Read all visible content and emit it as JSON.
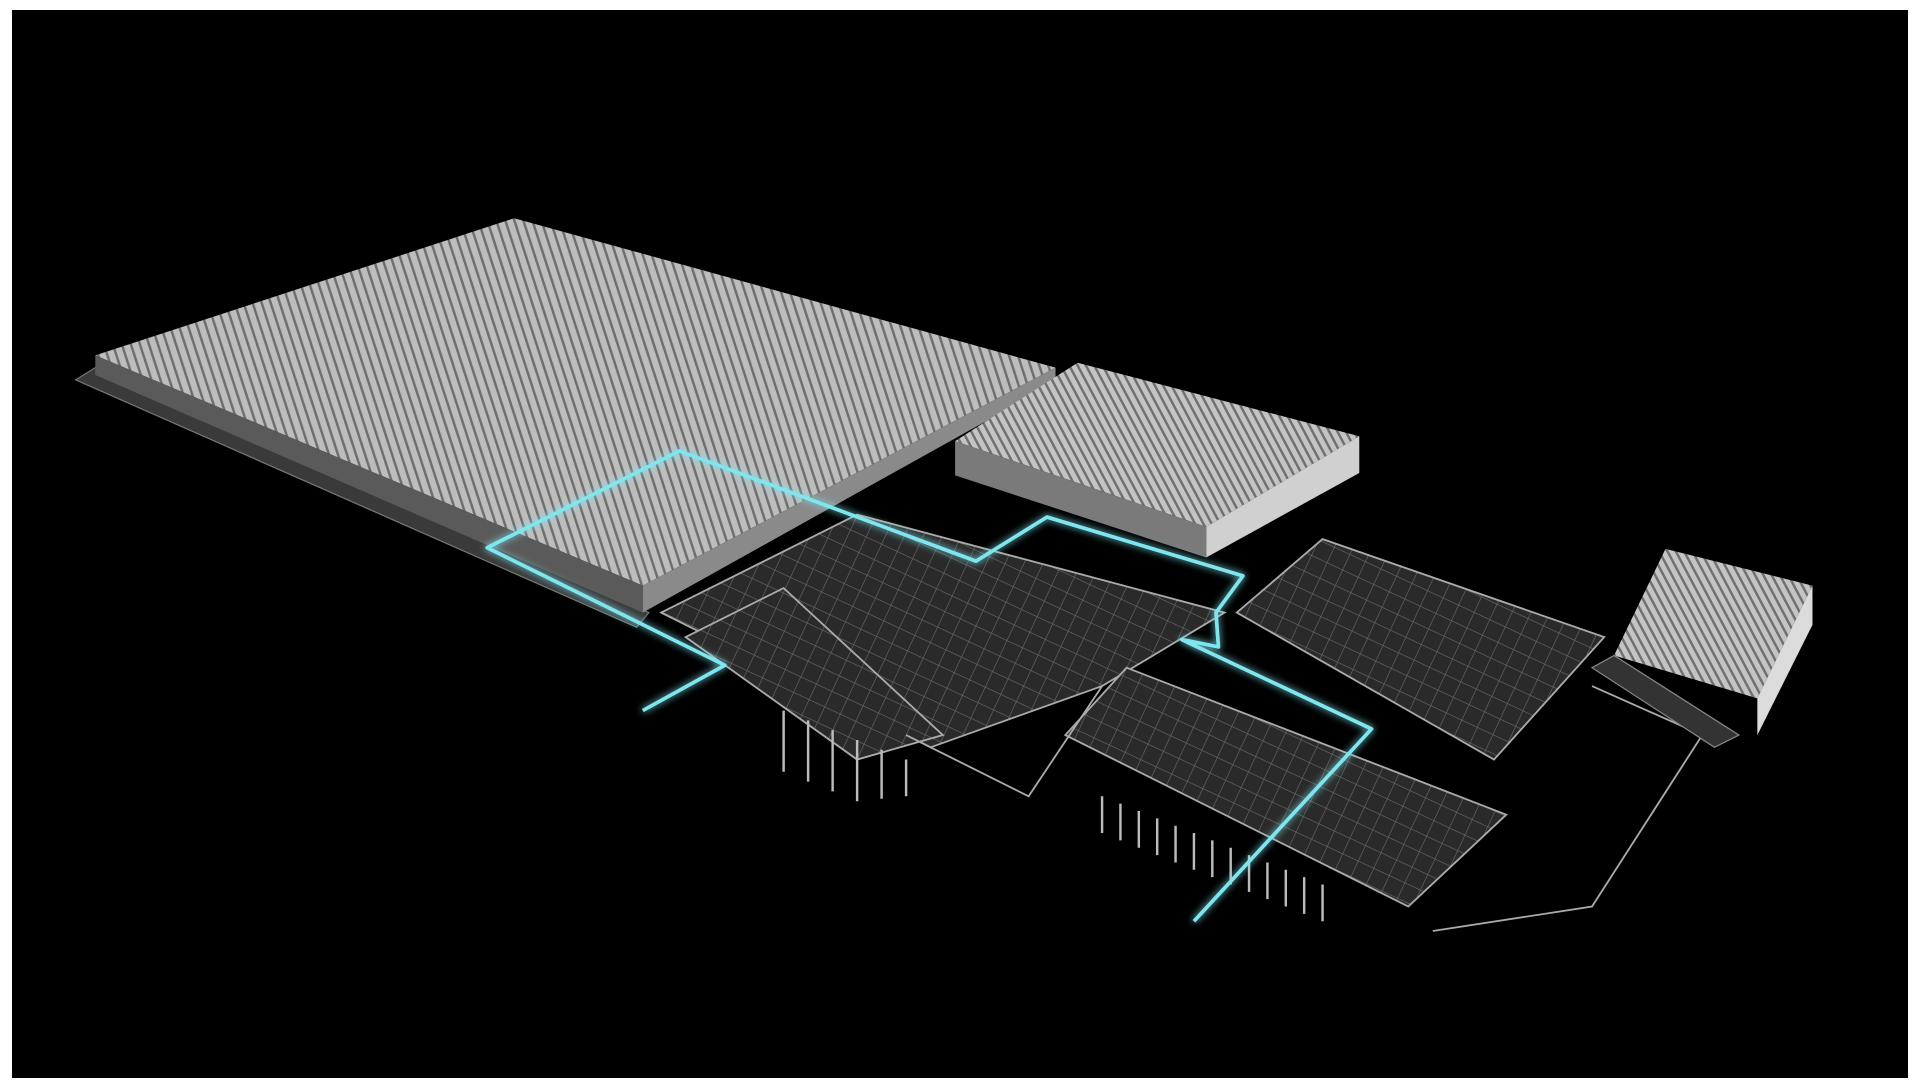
{
  "scene": {
    "background_color": "#000000",
    "frame_color": "#ffffff",
    "structure_color": "#9a9a9a",
    "highlight_path_color": "#7fe6f0",
    "elements": [
      "main-storage-rack-block",
      "secondary-storage-rack-block",
      "small-storage-rack-block",
      "conveyor-sorting-area",
      "loading-dock-area",
      "highlighted-flow-path"
    ]
  }
}
